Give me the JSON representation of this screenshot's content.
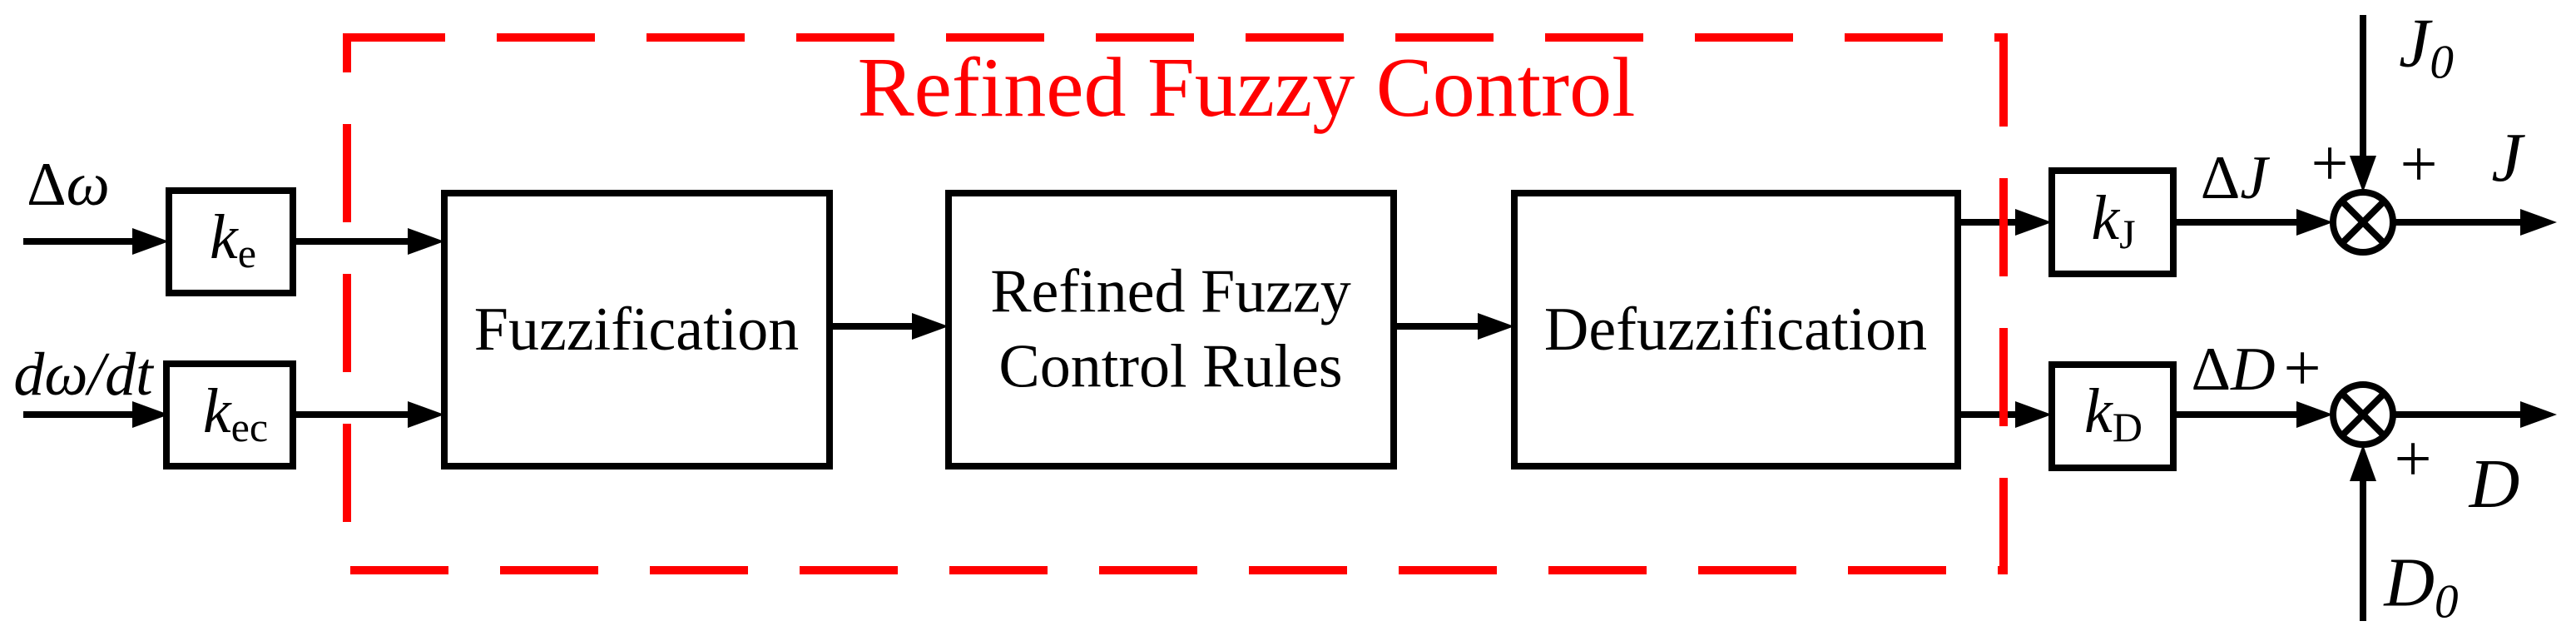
{
  "diagram": {
    "title": "Refined Fuzzy Control",
    "colors": {
      "boundary_red": "#ff0000",
      "line_black": "#000000",
      "background": "#ffffff"
    },
    "inputs": {
      "speed_error": {
        "delta": "Δ",
        "symbol": "ω"
      },
      "speed_error_rate": "dω/dt"
    },
    "gains": {
      "ke": {
        "base": "k",
        "sub": "e"
      },
      "kec": {
        "base": "k",
        "sub": "ec"
      },
      "kj": {
        "base": "k",
        "sub": "J"
      },
      "kd": {
        "base": "k",
        "sub": "D"
      }
    },
    "blocks": {
      "fuzzification": "Fuzzification",
      "rules_line1": "Refined Fuzzy",
      "rules_line2": "Control Rules",
      "defuzzification": "Defuzzification"
    },
    "signals": {
      "delta_j": {
        "delta": "Δ",
        "symbol": "J"
      },
      "delta_d": {
        "delta": "Δ",
        "symbol": "D"
      },
      "j0": {
        "base": "J",
        "sub": "0"
      },
      "d0": {
        "base": "D",
        "sub": "0"
      },
      "j_out": "J",
      "d_out": "D"
    },
    "operators": {
      "plus": "+"
    }
  }
}
